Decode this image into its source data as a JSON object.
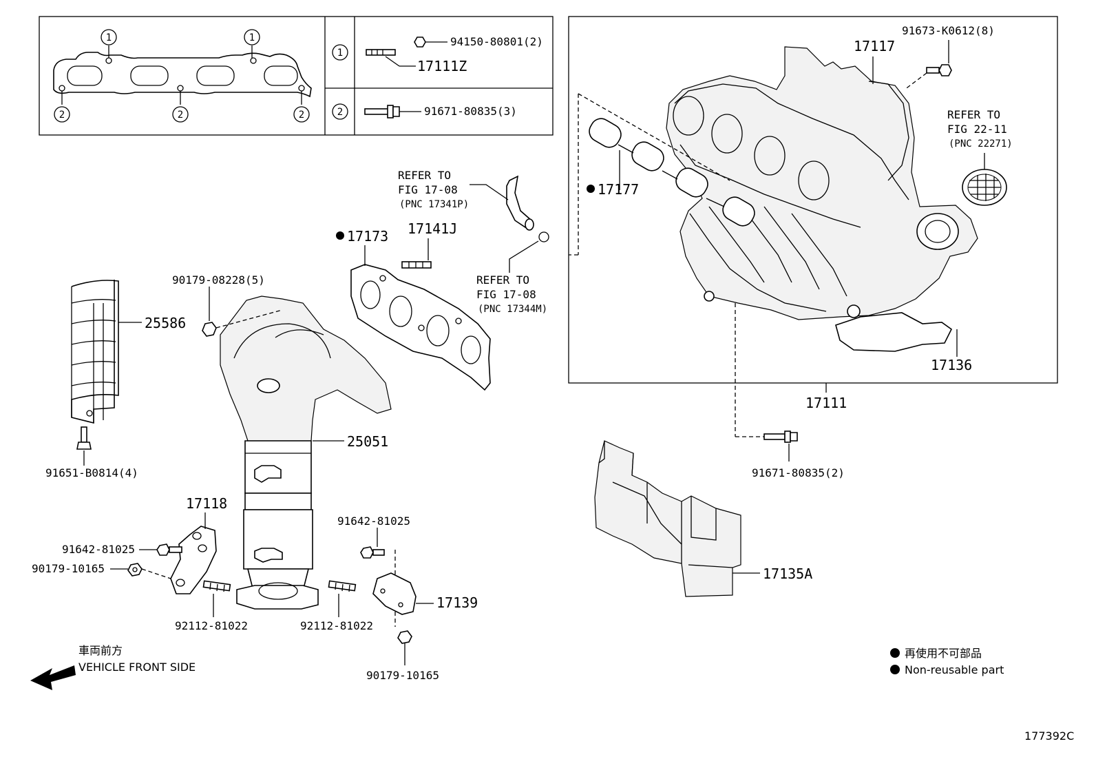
{
  "legend_box": {
    "marker_1": "1",
    "marker_2": "2",
    "row1_parts": [
      "94150-80801(2)",
      "17111Z"
    ],
    "row2_parts": [
      "91671-80835(3)"
    ]
  },
  "labels": {
    "p17117": "17117",
    "p91673": "91673-K0612(8)",
    "refer_2211_a": "REFER TO",
    "refer_2211_b": "FIG 22-11",
    "refer_2211_c": "(PNC 22271)",
    "p17177": "17177",
    "refer_1708p_a": "REFER TO",
    "refer_1708p_b": "FIG 17-08",
    "refer_1708p_c": "(PNC 17341P)",
    "p17173": "17173",
    "p17141J": "17141J",
    "refer_1708m_a": "REFER TO",
    "refer_1708m_b": "FIG 17-08",
    "refer_1708m_c": "(PNC 17344M)",
    "p90179_08228": "90179-08228(5)",
    "p25586": "25586",
    "p17136": "17136",
    "p17111": "17111",
    "p25051": "25051",
    "p91651": "91651-B0814(4)",
    "p91671_2": "91671-80835(2)",
    "p17118": "17118",
    "p91642_left": "91642-81025",
    "p90179_10165_left": "90179-10165",
    "p91642_right": "91642-81025",
    "p17135A": "17135A",
    "p17139": "17139",
    "p92112_left": "92112-81022",
    "p92112_right": "92112-81022",
    "p90179_10165_bottom": "90179-10165"
  },
  "direction": {
    "jp": "車両前方",
    "en": "VEHICLE FRONT SIDE"
  },
  "key": {
    "jp": "再使用不可部品",
    "en": "Non-reusable part"
  },
  "figure_id": "177392C"
}
